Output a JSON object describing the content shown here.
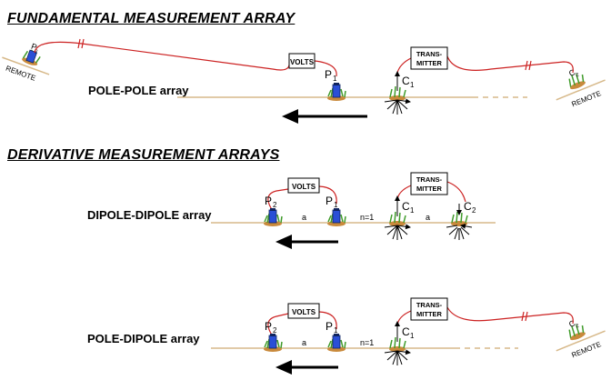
{
  "sections": {
    "fundamental": "FUNDAMENTAL MEASUREMENT ARRAY",
    "derivative": "DERIVATIVE MEASUREMENT ARRAYS"
  },
  "arrays": {
    "pole_pole": "POLE-POLE array",
    "dipole_dipole": "DIPOLE-DIPOLE array",
    "pole_dipole": "POLE-DIPOLE array"
  },
  "boxes": {
    "volts": "VOLTS",
    "transmitter_line1": "TRANS-",
    "transmitter_line2": "MITTER"
  },
  "labels": {
    "remote": "REMOTE",
    "p1": "P",
    "p2": "P",
    "c1": "C",
    "c2": "C",
    "sub1": "1",
    "sub2": "2",
    "a": "a",
    "n": "n=1"
  },
  "colors": {
    "ground": "#d7b98a",
    "wire": "#cc2222",
    "electrode": "#2a4fd6",
    "grass": "#3f9b2a",
    "soil": "#c98a3c"
  }
}
